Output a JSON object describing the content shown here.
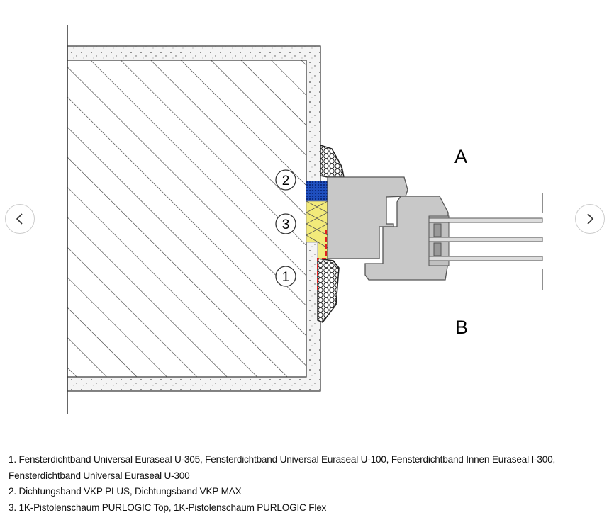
{
  "diagram": {
    "labels": {
      "a": "A",
      "b": "B"
    },
    "markers": [
      "1",
      "2",
      "3"
    ]
  },
  "navigation": {
    "prev_icon": "chevron-left-icon",
    "next_icon": "chevron-right-icon"
  },
  "caption": {
    "items": [
      "1. Fensterdichtband Universal Euraseal U-305, Fensterdichtband Universal Euraseal U-100, Fensterdichtband Innen Euraseal I-300, Fensterdichtband Universal Euraseal U-300",
      "2. Dichtungsband VKP PLUS, Dichtungsband VKP MAX",
      "3. 1K-Pistolenschaum PURLOGIC Top, 1K-Pistolenschaum PURLOGIC Flex"
    ]
  },
  "colors": {
    "seal_blue": "#1f4fbf",
    "foam_yellow": "#f2ea7a",
    "frame_grey": "#c8c8c8",
    "tape_red": "#e02020"
  }
}
